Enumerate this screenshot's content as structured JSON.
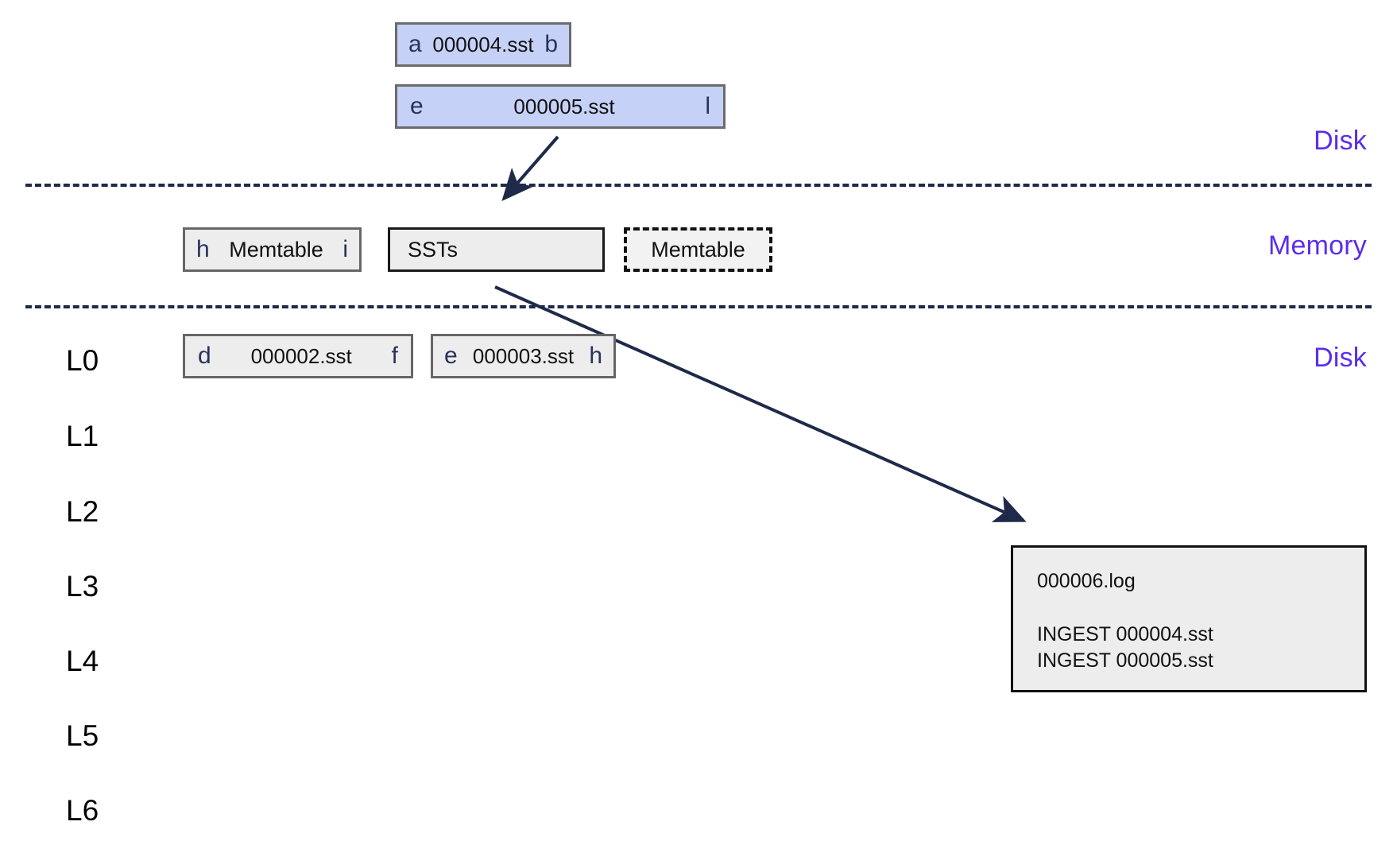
{
  "diagram": {
    "title": "LSM tree ingest diagram",
    "colors": {
      "accent_zone": "#5b2ded",
      "sst_blue_fill": "#c6d1f7",
      "box_gray_fill": "#ededed",
      "line_navy": "#1f2a4a",
      "key_text": "#28335c"
    }
  },
  "zones": [
    {
      "label": "Disk"
    },
    {
      "label": "Memory"
    },
    {
      "label": "Disk"
    }
  ],
  "ingest_files": [
    {
      "start_key": "a",
      "name": "000004.sst",
      "end_key": "b"
    },
    {
      "start_key": "e",
      "name": "000005.sst",
      "end_key": "l"
    }
  ],
  "memory_row": {
    "memtable_active": {
      "start_key": "h",
      "label": "Memtable",
      "end_key": "i"
    },
    "ssts_cache": {
      "label": "SSTs"
    },
    "memtable_flushing": {
      "label": "Memtable"
    }
  },
  "levels": [
    {
      "label": "L0",
      "files": [
        {
          "start_key": "d",
          "name": "000002.sst",
          "end_key": "f"
        },
        {
          "start_key": "e",
          "name": "000003.sst",
          "end_key": "h"
        }
      ]
    },
    {
      "label": "L1",
      "files": []
    },
    {
      "label": "L2",
      "files": []
    },
    {
      "label": "L3",
      "files": []
    },
    {
      "label": "L4",
      "files": []
    },
    {
      "label": "L5",
      "files": []
    },
    {
      "label": "L6",
      "files": []
    }
  ],
  "manifest_log": {
    "filename": "000006.log",
    "entries": [
      "INGEST 000004.sst",
      "INGEST 000005.sst"
    ]
  }
}
